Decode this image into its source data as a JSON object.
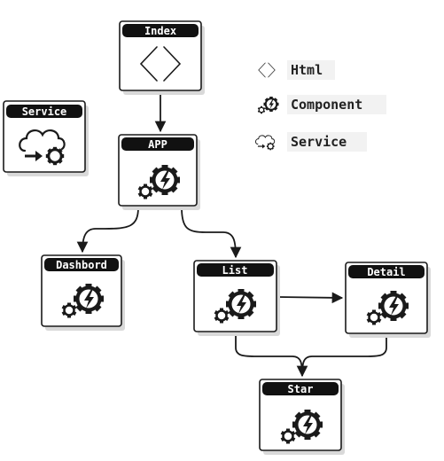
{
  "diagram": {
    "nodes": {
      "index": {
        "label": "Index",
        "icon": "html-icon"
      },
      "app": {
        "label": "APP",
        "icon": "component-icon"
      },
      "service": {
        "label": "Service",
        "icon": "service-icon"
      },
      "dashboard": {
        "label": "Dashbord",
        "icon": "component-icon"
      },
      "list": {
        "label": "List",
        "icon": "component-icon"
      },
      "detail": {
        "label": "Detail",
        "icon": "component-icon"
      },
      "star": {
        "label": "Star",
        "icon": "component-icon"
      }
    },
    "edges": [
      {
        "from": "Index",
        "to": "APP"
      },
      {
        "from": "APP",
        "to": "Dashbord"
      },
      {
        "from": "APP",
        "to": "List"
      },
      {
        "from": "List",
        "to": "Detail"
      },
      {
        "from": "List",
        "to": "Star"
      },
      {
        "from": "Detail",
        "to": "Star"
      }
    ]
  },
  "legend": {
    "items": [
      {
        "label": "Html",
        "icon": "html-icon"
      },
      {
        "label": "Component",
        "icon": "component-icon"
      },
      {
        "label": "Service",
        "icon": "service-icon"
      }
    ]
  },
  "colors": {
    "ink": "#1a1a1a",
    "paper": "#ffffff",
    "shadow": "#d9d9d9"
  }
}
